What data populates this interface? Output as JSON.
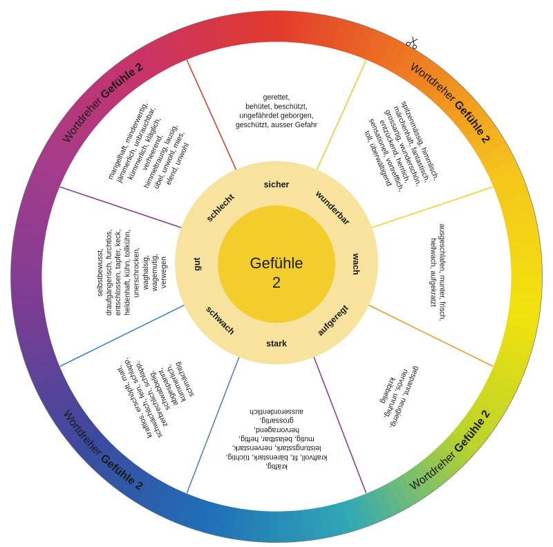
{
  "center": {
    "title": "Gefühle",
    "number": "2"
  },
  "rim": {
    "prefix": "Wortdreher",
    "name": "Gefühle 2",
    "colors": [
      "#e23a2c",
      "#ee7a22",
      "#f5c51c",
      "#f2e20d",
      "#bcd32a",
      "#31a8b5",
      "#1f6fb7",
      "#3c4a9e",
      "#7a3d94",
      "#a23c8c",
      "#c8336a",
      "#e23a2c"
    ]
  },
  "scissors_icon": "scissors-icon",
  "segments": [
    {
      "category": "sicher",
      "words": [
        "gerettet,",
        "behütet, beschützt,",
        "ungefährdet geborgen,",
        "geschützt, ausser Gefahr"
      ]
    },
    {
      "category": "wunderbar",
      "words": [
        "spitzenmässig, himmlisch,",
        "märchenhaft, fantastisch,",
        "grossartig, wunderschön,",
        "entzückend, herrlich,",
        "sensationell, vortrefflich,",
        "toll, überwältigend"
      ]
    },
    {
      "category": "wach",
      "words": [
        "ausgeschlafen, munter, frisch,",
        "hellwach, aufgekratzt"
      ]
    },
    {
      "category": "aufgeregt",
      "words": [
        "gespannt, neugierig,",
        "nervös, unruhig,",
        "kribbelig"
      ]
    },
    {
      "category": "stark",
      "words": [
        "kräftig,",
        "kraftvoll, fit, bärenstark, tüchtig,",
        "leistungsstark, nervenstark,",
        "mutig, belastbar, heftig,",
        "hervorragend,",
        "grossartig,",
        "ausserordentlich"
      ]
    },
    {
      "category": "schwach",
      "words": [
        "kraftlos, erschöpft, matt,",
        "schwächlich, fein, schlapp,",
        "zerbrechlich, schlapp,",
        "schwabbelig,",
        "abgespannt,",
        "kümmerlich,",
        "schmächtig"
      ]
    },
    {
      "category": "gut",
      "words": [
        "selbstbewusst,",
        "draufgängerisch, furchtlos,",
        "entschlossen, tapfer, keck,",
        "heldenhaft, kühn, tollkühn,",
        "unerschrocken,",
        "waghalsig,",
        "wagemutig,",
        "verwegen"
      ]
    },
    {
      "category": "schlecht",
      "words": [
        "mangelhaft, minderwertig,",
        "jämmerlich, unbrauchbar,",
        "kümmerlich, kläglich,",
        "verheerend,",
        "himmeltraurig, lausig,",
        "übel, unwohl, mies,",
        "elend, unwohl"
      ]
    }
  ]
}
